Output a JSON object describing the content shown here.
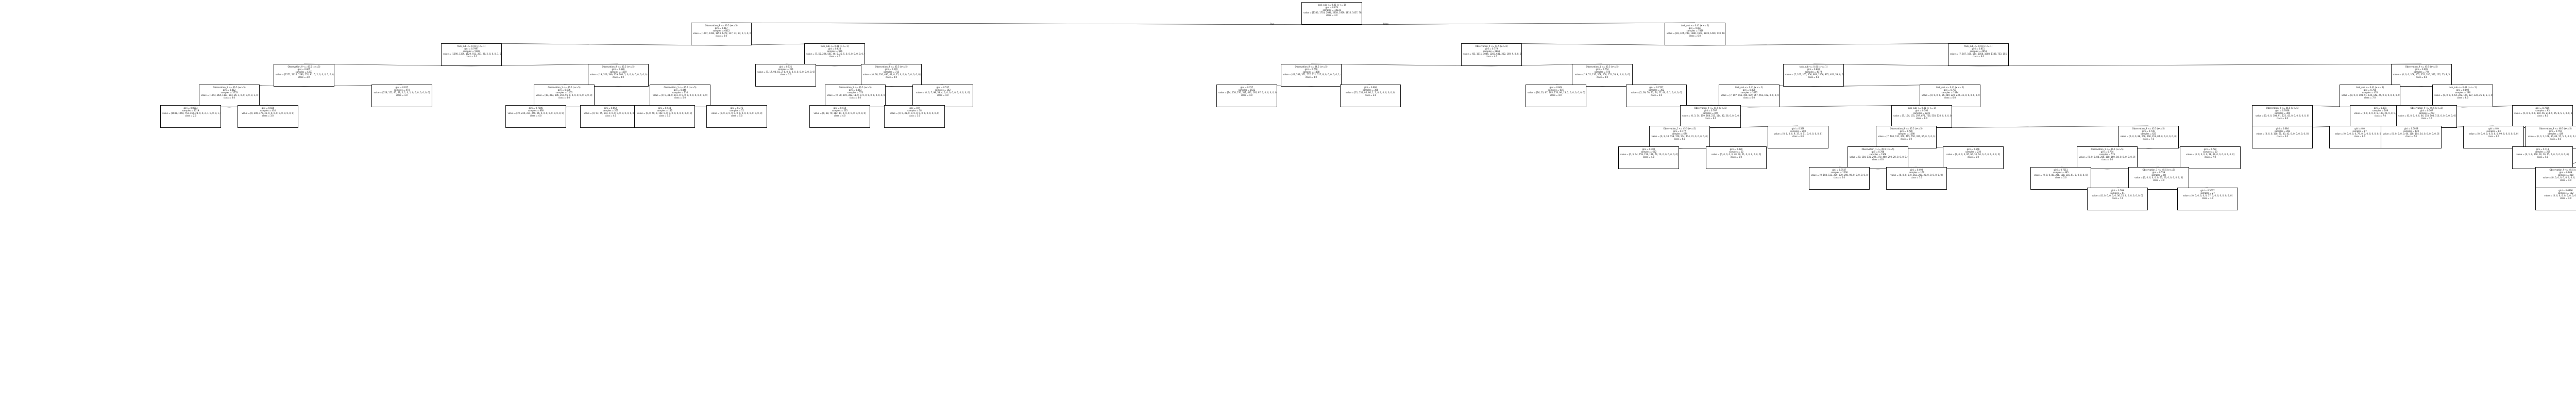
{
  "edge_labels": {
    "left": "True",
    "right": "False"
  },
  "nodes": [
    {
      "id": "n0",
      "lines": [
        "task_sub <= 0.41 (x <= 1)",
        "gini = 0.874",
        "samples = 14231",
        "value = [1380, 1718, 2096, 2858, 1929, 1816, 1457, 783, 162, 25, 10, 5, 1, 0, 0, 1, 0, 0]",
        "class = 3.0"
      ]
    },
    {
      "id": "n1",
      "lines": [
        "Observation_9 <= 46.5 (x<=5)",
        "gini = 0.817",
        "samples = 6412",
        "value = [1297, 1394, 1853, 1472, 327, 33, 27, 5, 1, 0, 0, 0, 1, 0, 0, 0, 1, 0, 0]",
        "class = 3.0"
      ]
    },
    {
      "id": "n2",
      "lines": [
        "task_sub <= 0.41 (x <= 1)",
        "gini = 0.837",
        "samples = 7819",
        "value = [83, 324, 243, 1386, 1602, 1839, 1430, 778, 161, 25, 10, 5, 1, 0, 0, 1, 0, 0]",
        "class = 6.0"
      ]
    },
    {
      "id": "n3",
      "lines": [
        "task_sub <= 0.41 (x <= 1)",
        "gini = 0.7997",
        "samples = 5486",
        "value = [1290, 1339, 1629, 911, 281, 28, 2, 0, 0, 0, 1, 0, 0, 0, 0, 1, 0, 0]",
        "class = 3.0"
      ]
    },
    {
      "id": "n4",
      "lines": [
        "task_sub <= 0.41 (x <= 1)",
        "gini = 0.624",
        "samples = 926",
        "value = [7, 55, 224, 561, 46, 5, 25, 5, 0, 0, 0, 0, 0, 0, 0, 0, 0, 0]",
        "class = 4.0"
      ]
    },
    {
      "id": "n5",
      "lines": [
        "Observation_9 <= 45.5 (x<=5)",
        "gini = 0.805",
        "samples = 4227",
        "value = [1271, 1016, 1280, 552, 81, 5, 2, 0, 0, 0, 1, 0, 0, 0, 0, 0, 0]",
        "class = 3.0"
      ]
    },
    {
      "id": "n6",
      "lines": [
        "Observation_9 <= 45.5 (x<=5)",
        "gini = 0.689",
        "samples = 1259",
        "value = [19, 323, 349, 359, 200, 5, 0, 0, 0, 0, 0, 0, 0, 0, 0, 0, 0, 0]",
        "class = 4.0"
      ]
    },
    {
      "id": "n7",
      "lines": [
        "Observation_1 <= 46.5 (x<=5)",
        "gini = 0.812",
        "samples = 3753",
        "value = [1043, 864, 1183, 503, 26, 1, 0, 0, 0, 0, 0, 1, 0, 0, 0, 0]",
        "class = 3.0"
      ]
    },
    {
      "id": "n8",
      "lines": [
        "gini = 0.627",
        "samples = 474",
        "value = [228, 152, 97, 49, 5, 1, 0, 1, 0, 0, 0, 0, 0, 0, 0]",
        "class = 1.0"
      ]
    },
    {
      "id": "n9",
      "lines": [
        "gini = 0.8003",
        "samples = 3319",
        "value = [1043, 1064, 753, 467, 28, 0, 0, 2, 1, 0, 0, 0, 1, 0, 0]",
        "class = 2.0"
      ]
    },
    {
      "id": "n10",
      "lines": [
        "gini = 0.580",
        "samples = 434",
        "value = [0, 200, 470, 36, 0, 0, 0, 0, 0, 0, 0, 0, 0, 0]",
        "class = 3.0"
      ]
    },
    {
      "id": "n11",
      "lines": [
        "Observation_1 <= 46.5 (x<=5)",
        "gini = 0.696",
        "samples = 1105",
        "value = [19, 323, 306, 359, 96, 0, 0, 0, 0, 0, 0, 0, 0, 0]",
        "class = 4.0"
      ]
    },
    {
      "id": "n12",
      "lines": [
        "Observation_1 <= 46.5 (x<=5)",
        "gini = 0.445",
        "samples = 154",
        "value = [0, 0, 43, 0, 111, 0, 0, 0, 0, 0, 0, 0, 0, 0, 0, 0]",
        "class = 5.0"
      ]
    },
    {
      "id": "n13",
      "lines": [
        "gini = 0.7006",
        "samples = 838",
        "value = [19, 230, 231, 256, 96, 0, 0, 0, 0, 0, 0, 0, 0, 0]",
        "class = 4.0"
      ]
    },
    {
      "id": "n14",
      "lines": [
        "gini = 0.662",
        "samples = 267",
        "value = [0, 93, 75, 103, 0, 0, 0, 0, 0, 0, 0, 0, 0, 0, 0]",
        "class = 4.0"
      ]
    },
    {
      "id": "n15",
      "lines": [
        "gini = 0.444",
        "samples = 142",
        "value = [0, 0, 40, 0, 102, 0, 0, 0, 0, 0, 0, 0, 0, 0, 0, 0]",
        "class = 5.0"
      ]
    },
    {
      "id": "n16",
      "lines": [
        "gini = 0.375",
        "samples = 12",
        "value = [0, 0, 3, 0, 9, 0, 0, 0, 0, 0, 0, 0, 0, 0, 0, 0]",
        "class = 5.0"
      ]
    },
    {
      "id": "n17",
      "lines": [
        "gini = 0.521",
        "samples = 211",
        "value = [7, 17, 98, 81, 2, 6, 0, 0, 0, 0, 0, 0, 0, 0, 0, 0, 0]",
        "class = 3.0"
      ]
    },
    {
      "id": "n18",
      "lines": [
        "Observation_9 <= 45.5 (x<=5)",
        "gini = 0.570",
        "samples = 715",
        "value = [0, 38, 126, 480, 44, 0, 25, 0, 0, 0, 0, 0, 0, 0, 0]",
        "class = 4.0"
      ]
    },
    {
      "id": "n19",
      "lines": [
        "Observation_1 <= 46.5 (x<=5)",
        "gini = 0.463",
        "samples = 573",
        "value = [0, 38, 119, 382, 11, 0, 0, 0, 0, 0, 0, 0, 0, 0, 0, 0]",
        "class = 4.0"
      ]
    },
    {
      "id": "n20",
      "lines": [
        "gini = 0.537",
        "samples = 142",
        "value = [0, 0, 7, 98, 33, 4, 0, 0, 0, 0, 0, 0, 0, 0, 0, 0]",
        "class = 4.0"
      ]
    },
    {
      "id": "n21",
      "lines": [
        "gini = 0.410",
        "samples = 535",
        "value = [0, 38, 70, 382, 11, 0, 0, 0, 0, 0, 0, 0, 0, 0]",
        "class = 4.0"
      ]
    },
    {
      "id": "n22",
      "lines": [
        "gini = 0.0",
        "samples = 38",
        "value = [0, 0, 38, 0, 0, 0, 0, 0, 0, 0, 0, 0, 0, 0, 0]",
        "class = 3.0"
      ]
    },
    {
      "id": "n23",
      "lines": [
        "Observation_9 <= 44.5 (x<=5)",
        "gini = 0.779",
        "samples = 2866",
        "value = [63, 1011, 1044, 1265, 631, 202, 169, 9, 0, 0, 0, 0, 0, 1, 0, 0]",
        "class = 4.0"
      ]
    },
    {
      "id": "n24",
      "lines": [
        "task_sub <= 0.41 (x <= 1)",
        "gini = 0.811",
        "samples = 4953",
        "value = [7, 107, 165, 564, 1058, 1608, 1188, 753, 155, 25, 8, 5, 1, 0, 0, 1, 0, 0]",
        "class = 6.0"
      ]
    },
    {
      "id": "n25",
      "lines": [
        "Observation_9 <= 44.5 (x<=5)",
        "gini = 0.769",
        "samples = 1888",
        "value = [45, 289, 371, 577, 321, 117, 8, 0, 0, 0, 0, 0, 1, 0, 0]",
        "class = 4.0"
      ]
    },
    {
      "id": "n26",
      "lines": [
        "Observation_1 <= 45.5 (x<=5)",
        "gini = 0.754",
        "samples = 978",
        "value = [18, 52, 137, 268, 250, 151, 53, 8, 1, 0, 0, 0]",
        "class = 4.0"
      ]
    },
    {
      "id": "n27",
      "lines": [
        "gini = 0.757",
        "samples = 1522",
        "value = [24, 158, 276, 511, 441, 195, 97, 0, 0, 0, 0, 0, 0]",
        "class = 4.0"
      ]
    },
    {
      "id": "n28",
      "lines": [
        "gini = 0.660",
        "samples = 366",
        "value = [21, 131, 95, 66, 1, 2, 0, 0, 0, 0, 0, 0, 0]",
        "class = 2.0"
      ]
    },
    {
      "id": "n29",
      "lines": [
        "gini = 0.664",
        "samples = 616",
        "value = [16, 13, 67, 195, 176, 94, 13, 2, 0, 0, 0, 0, 0, 0]",
        "class = 4.0"
      ]
    },
    {
      "id": "n30",
      "lines": [
        "gini = 0.7707",
        "samples = 362",
        "value = [2, 39, 70, 73, 74, 57, 40, 6, 1, 0, 0, 0, 0]",
        "class = 5.0"
      ]
    },
    {
      "id": "n31",
      "lines": [
        "task_sub <= 0.41 (x <= 1)",
        "gini = 0.800",
        "samples = 4179",
        "value = [7, 107, 165, 456, 903, 1256, 872, 401, 33, 0, 0, 0, 0, 0, 0]",
        "class = 6.0"
      ]
    },
    {
      "id": "n32",
      "lines": [
        "Observation_9 <= 45.5 (x<=5)",
        "gini = 0.695",
        "samples = 774",
        "value = [0, 0, 0, 108, 155, 352, 316, 352, 122, 25, 8, 5, 1, 0, 0, 1, 0, 0]",
        "class = 6.0"
      ]
    },
    {
      "id": "n33",
      "lines": [
        "task_sub <= 0.41 (x <= 1)",
        "gini = 0.800",
        "samples = 3095",
        "value = [7, 107, 165, 456, 839, 967, 652, 162, 0, 0, 0, 0, 0, 0]",
        "class = 6.0"
      ]
    },
    {
      "id": "n34",
      "lines": [
        "task_sub <= 0.41 (x <= 1)",
        "gini = 0.731",
        "samples = 1084",
        "value = [0, 0, 0, 0, 64, 289, 220, 239, 33, 0, 0, 0, 0, 0, 0]",
        "class = 6.0"
      ]
    },
    {
      "id": "n35",
      "lines": [
        "Observation_9 <= 44.5 (x<=5)",
        "gini = 0.797",
        "samples = 874",
        "value = [0, 3, 34, 159, 168, 211, 114, 42, 26, 0, 0, 0, 0, 0]",
        "class = 6.0"
      ]
    },
    {
      "id": "n36",
      "lines": [
        "task_sub <= 0.41 (x <= 1)",
        "gini = 0.790",
        "samples = 2221",
        "value = [7, 104, 131, 297, 671, 756, 538, 120, 0, 0, 0, 0, 0, 0]",
        "class = 6.0"
      ]
    },
    {
      "id": "n37",
      "lines": [
        "Observation_1 <= 45.5 (x<=5)",
        "gini = 0.777",
        "samples = 674",
        "value = [0, 3, 34, 159, 159, 174, 114, 31, 0, 0, 0, 0, 0]",
        "class = 6.0"
      ]
    },
    {
      "id": "n38",
      "lines": [
        "gini = 0.339",
        "samples = 200",
        "value = [0, 0, 0, 0, 9, 37, 0, 11, 0, 0, 0, 0, 0, 0]",
        "class = 6.0"
      ]
    },
    {
      "id": "n39",
      "lines": [
        "gini = 0.780",
        "samples = 622",
        "value = [0, 3, 34, 159, 159, 126, 74, 10, 0, 0, 0, 0, 0, 0]",
        "class = 4.0"
      ]
    },
    {
      "id": "n40",
      "lines": [
        "gini = 0.420",
        "samples = 52",
        "value = [0, 0, 0, 0, 0, 48, 40, 21, 0, 0, 0, 0, 0, 0]",
        "class = 6.0"
      ]
    },
    {
      "id": "n41",
      "lines": [
        "Observation_9 <= 45.5 (x<=5)",
        "gini = 0.789",
        "samples = 1598",
        "value = [7, 104, 131, 209, 465, 550, 320, 36, 0, 0, 0, 0, 0, 0, 0]",
        "class = 6.0"
      ]
    },
    {
      "id": "n42",
      "lines": [
        "Observation_9 <= 45.5 (x<=5)",
        "gini = 0.736",
        "samples = 623",
        "value = [0, 0, 0, 88, 206, 206, 218, 84, 0, 0, 0, 0, 0, 0]",
        "class = 7.0"
      ]
    },
    {
      "id": "n43",
      "lines": [
        "Observation_1 <= 45.5 (x<=5)",
        "gini = 0.788",
        "samples = 1368",
        "value = [0, 104, 131, 209, 370, 460, 290, 20, 0, 0, 0, 0, 0, 0]",
        "class = 6.0"
      ]
    },
    {
      "id": "n44",
      "lines": [
        "gini = 0.666",
        "samples = 230",
        "value = [7, 0, 0, 0, 95, 90, 30, 16, 0, 0, 0, 0, 0, 0, 0]",
        "class = 5.0"
      ]
    },
    {
      "id": "n45",
      "lines": [
        "gini = 0.7537",
        "samples = 1206",
        "value = [0, 104, 131, 209, 370, 298, 90, 0, 0, 0, 0, 0, 0, 0]",
        "class = 5.0"
      ]
    },
    {
      "id": "n46",
      "lines": [
        "gini = 0.493",
        "samples = 162",
        "value = [0, 0, 0, 0, 0, 162, 200, 20, 0, 0, 0, 0, 0, 0]",
        "class = 7.0"
      ]
    },
    {
      "id": "n47",
      "lines": [
        "Observation_1 <= 45.5 (x<=5)",
        "gini = 0.734",
        "samples = 573",
        "value = [0, 0, 0, 88, 206, 188, 169, 84, 0, 0, 0, 0, 0, 0]",
        "class = 5.0"
      ]
    },
    {
      "id": "n48",
      "lines": [
        "gini = 0.722",
        "samples = 50",
        "value = [0, 0, 0, 0, 0, 18, 49, 0, 0, 0, 0, 0, 0, 0]",
        "class = 7.0"
      ]
    },
    {
      "id": "n49",
      "lines": [
        "gini = 0.7211",
        "samples = 485",
        "value = [0, 0, 0, 88, 206, 188, 116, 61, 0, 0, 0, 0, 0]",
        "class = 5.0"
      ]
    },
    {
      "id": "n50",
      "lines": [
        "Observation_1 <= 45.5 (x<=5)",
        "gini = 0.559",
        "samples = 88",
        "value = [0, 0, 0, 0, 0, 0, 53, 23, 0, 0, 0, 0, 0, 0]",
        "class = 7.0"
      ]
    },
    {
      "id": "n51",
      "lines": [
        "gini = 0.569",
        "samples = 61",
        "value = [0, 0, 0, 0, 0, 0, 36, 25, 0, 0, 0, 0, 0, 0, 0]",
        "class = 7.0"
      ]
    },
    {
      "id": "n52",
      "lines": [
        "gini = 0.5007",
        "samples = 27",
        "value = [0, 0, 0, 0, 0, 0, 17, 0, 0, 0, 0, 0, 0, 0, 0]",
        "class = 7.0"
      ]
    },
    {
      "id": "n53",
      "lines": [
        "task_sub <= 0.41 (x <= 1)",
        "gini = 0.755",
        "samples = 478",
        "value = [0, 0, 0, 108, 91, 130, 142, 25, 0, 0, 0, 0, 0, 0, 0]",
        "class = 7.0"
      ]
    },
    {
      "id": "n54",
      "lines": [
        "task_sub <= 0.41 (x <= 1)",
        "gini = 0.802",
        "samples = 296",
        "value = [0, 0, 0, 0, 64, 222, 174, 327, 122, 25, 8, 5, 1, 0, 0, 1, 0, 0]",
        "class = 8.0"
      ]
    },
    {
      "id": "n55",
      "lines": [
        "Observation_9 <= 46.5 (x<=5)",
        "gini = 0.7008",
        "samples = 369",
        "value = [0, 0, 0, 108, 91, 122, 42, 0, 0, 0, 0, 0, 0, 0]",
        "class = 6.0"
      ]
    },
    {
      "id": "n56",
      "lines": [
        "gini = 0.491",
        "samples = 109",
        "value = [0, 0, 0, 0, 0, 8, 100, 25, 0, 0, 0, 0, 0, 0, 0]",
        "class = 7.0"
      ]
    },
    {
      "id": "n57",
      "lines": [
        "gini = 0.684",
        "samples = 282",
        "value = [0, 0, 0, 108, 91, 43, 42, 0, 0, 0, 0, 0, 0, 0]",
        "class = 4.0"
      ]
    },
    {
      "id": "n58",
      "lines": [
        "gini = 0.0",
        "samples = 87",
        "value = [0, 0, 0, 0, 0, 79, 0, 0, 0, 0, 0, 0, 0, 0, 0]",
        "class = 6.0"
      ]
    },
    {
      "id": "n59",
      "lines": [
        "Observation_9 <= 46.5 (x<=5)",
        "gini = 0.767",
        "samples = 203",
        "value = [0, 0, 0, 0, 0, 64, 118, 104, 113, 0, 0, 0, 0, 0, 0]",
        "class = 7.0"
      ]
    },
    {
      "id": "n60",
      "lines": [
        "gini = 0.7805",
        "samples = 93",
        "value = [0, 0, 0, 0, 0, 104, 56, 214, 9, 25, 8, 5, 1, 0, 0, 1, 0, 0]",
        "class = 8.0"
      ]
    },
    {
      "id": "n61",
      "lines": [
        "gini = 0.5058",
        "samples = 120",
        "value = [0, 0, 0, 0, 0, 64, 118, 104, 14, 0, 0, 0, 0, 0, 0]",
        "class = 7.0"
      ]
    },
    {
      "id": "n62",
      "lines": [
        "gini = 0.0",
        "samples = 83",
        "value = [0, 0, 0, 0, 0, 0, 0, 0, 99, 0, 0, 0, 0, 0, 0]",
        "class = 9.0"
      ]
    },
    {
      "id": "n63",
      "lines": [
        "Observation_9 <= 46.5 (x<=5)",
        "gini = 0.759",
        "samples = 429",
        "value = [0, 0, 1, 108, 30, 66, 15, 5, 0, 0, 0, 0, 0, 0, 0]",
        "class = 4.0"
      ]
    },
    {
      "id": "n64",
      "lines": [
        "task_sub <= 0.41 (x <= 1)",
        "gini = 0.616",
        "samples = 345",
        "value = [0, 0, 0, 0, 0, 0, 0, 0, 0, 0, 0, 0, 0, 0, 0]",
        "class = 4.0"
      ]
    },
    {
      "id": "n65",
      "lines": [
        "gini = 0.713",
        "samples = 259",
        "value = [0, 1, 0, 108, 30, 26, 15, 5, 0, 0, 0, 0, 0, 0]",
        "class = 4.0"
      ]
    },
    {
      "id": "n66",
      "lines": [
        "gini = 0.0",
        "samples = 170",
        "value = [0, 0, 0, 0, 0, 40, 0, 0, 0, 0, 0, 0, 0, 0]",
        "class = 6.0"
      ]
    },
    {
      "id": "n67",
      "lines": [
        "Observation_9 <= 45.5 (x<=5)",
        "gini = 0.609",
        "samples = 210",
        "value = [0, 0, 0, 0, 0, 0, 0, 0, 0, 0, 0, 0, 0, 0]",
        "class = 4.0"
      ]
    },
    {
      "id": "n68",
      "lines": [
        "gini = 0.6025",
        "samples = 135",
        "value = [0, 0, 0, 0, 0, 0, 0, 0, 0, 0, 0, 0, 0, 0, 0]",
        "class = 4.0"
      ]
    },
    {
      "id": "n69",
      "lines": [
        "gini = 0.6366",
        "samples = 112",
        "value = [0, 0, 0, 0, 0, 0, 0, 0, 0, 0, 0, 0, 0]",
        "class = 4.0"
      ]
    },
    {
      "id": "n70",
      "lines": [
        "gini = 0.0",
        "samples = 98",
        "value = [0, 0, 0, 0, 0, 0, 0, 0, 0, 0, 0, 0, 0, 0]",
        "class = 4.0"
      ]
    }
  ]
}
